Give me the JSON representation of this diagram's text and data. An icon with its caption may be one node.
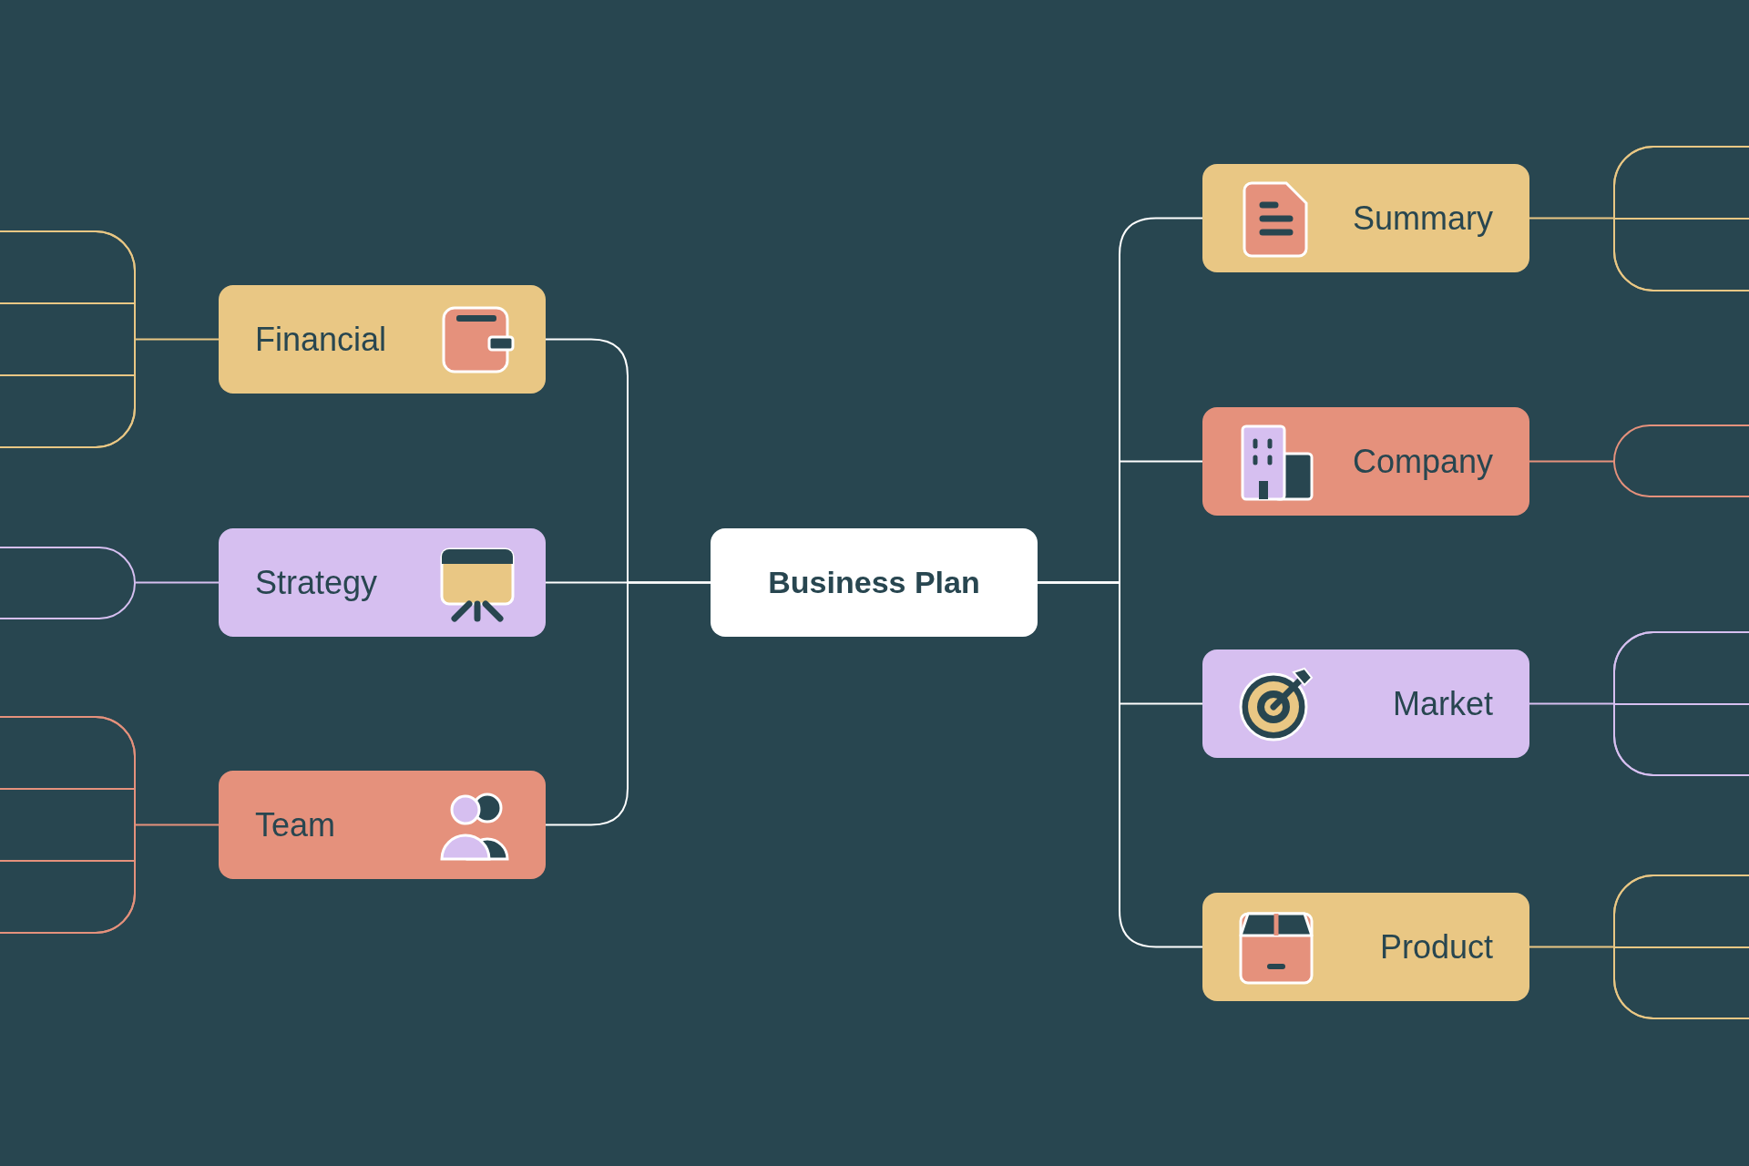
{
  "diagram": {
    "nodes": [
      {
        "text": [
          "Business Plan"
        ]
      },
      {
        "text": [
          "Financial"
        ]
      },
      {
        "text": [
          "Strategy"
        ]
      },
      {
        "text": [
          "Team"
        ]
      },
      {
        "text": [
          "Summary"
        ]
      },
      {
        "text": [
          "Company"
        ]
      },
      {
        "text": [
          "Market"
        ]
      },
      {
        "text": [
          "Product"
        ]
      },
      {
        "text": [],
        "shape": "box"
      },
      {
        "text": [],
        "shape": "box",
        "in": 8
      },
      {
        "text": [],
        "shape": "box",
        "in": 8
      },
      {
        "text": [],
        "shape": "box",
        "in": 8
      },
      {
        "text": [],
        "shape": "box"
      },
      {
        "text": [],
        "shape": "box"
      },
      {
        "text": [],
        "shape": "box",
        "in": 13
      },
      {
        "text": [],
        "shape": "box",
        "in": 13
      },
      {
        "text": [],
        "shape": "box",
        "in": 13
      },
      {
        "text": [],
        "shape": "box"
      },
      {
        "text": [],
        "shape": "box",
        "in": 17
      },
      {
        "text": [],
        "shape": "box",
        "in": 17
      },
      {
        "text": [],
        "shape": "box"
      },
      {
        "text": [],
        "shape": "box"
      },
      {
        "text": [],
        "shape": "box",
        "in": 21
      },
      {
        "text": [],
        "shape": "box",
        "in": 21
      },
      {
        "text": [],
        "shape": "box"
      },
      {
        "text": [],
        "shape": "box",
        "in": 24
      },
      {
        "text": [],
        "shape": "box",
        "in": 24
      }
    ],
    "edges": [
      {
        "from": 0,
        "to": 1,
        "arrow": "none"
      },
      {
        "from": 0,
        "to": 2,
        "arrow": "none"
      },
      {
        "from": 0,
        "to": 3,
        "arrow": "none"
      },
      {
        "from": 0,
        "to": 4,
        "arrow": "none"
      },
      {
        "from": 0,
        "to": 5,
        "arrow": "none"
      },
      {
        "from": 0,
        "to": 6,
        "arrow": "none"
      },
      {
        "from": 0,
        "to": 7,
        "arrow": "none"
      },
      {
        "from": 1,
        "to": 8,
        "arrow": "none",
        "color": "#e9c784"
      },
      {
        "from": 2,
        "to": 12,
        "arrow": "none",
        "color": "#d6bff0"
      },
      {
        "from": 3,
        "to": 13,
        "arrow": "none",
        "color": "#e5917c"
      },
      {
        "from": 4,
        "to": 17,
        "arrow": "none",
        "color": "#e9c784"
      },
      {
        "from": 5,
        "to": 20,
        "arrow": "none",
        "color": "#e5917c"
      },
      {
        "from": 6,
        "to": 21,
        "arrow": "none",
        "color": "#d6bff0"
      },
      {
        "from": 7,
        "to": 24,
        "arrow": "none",
        "color": "#e9c784"
      }
    ]
  }
}
